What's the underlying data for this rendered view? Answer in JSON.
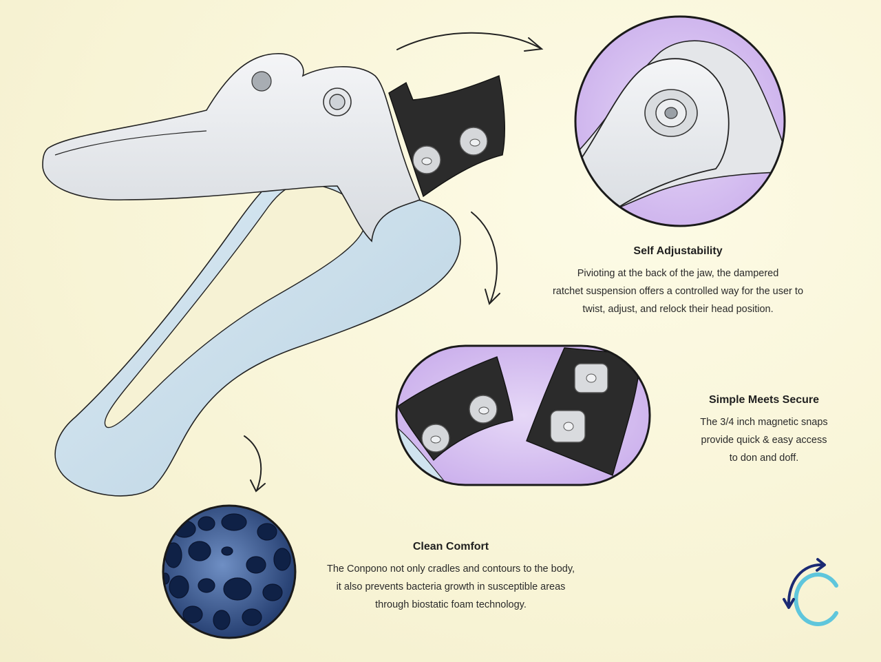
{
  "callouts": {
    "adjustability": {
      "title": "Self Adjustability",
      "lines": [
        "Pivioting at the back of the jaw, the dampered",
        "ratchet suspension offers a controlled way for the user to",
        "twist, adjust, and relock their head position."
      ]
    },
    "secure": {
      "title": "Simple Meets Secure",
      "lines": [
        "The 3/4 inch magnetic snaps",
        "provide quick & easy access",
        "to don and doff."
      ]
    },
    "comfort": {
      "title": "Clean Comfort",
      "lines": [
        "The Conpono not only cradles and contours to the body,",
        "it also prevents bacteria growth in susceptible areas",
        "through biostatic foam technology."
      ]
    }
  },
  "colors": {
    "background": "#f8f4d6",
    "brace_light_blue": "#cfe3ef",
    "brace_white": "#e9ecef",
    "strap_black": "#2b2b2b",
    "lavender": "#cdb3ec",
    "foam_blue": "#2d4f86",
    "logo_navy": "#1b2a73",
    "logo_cyan": "#5fc6dc"
  },
  "icons": {
    "logo": "conpono-c-logo",
    "arrows": "curved-arrow-icon"
  }
}
